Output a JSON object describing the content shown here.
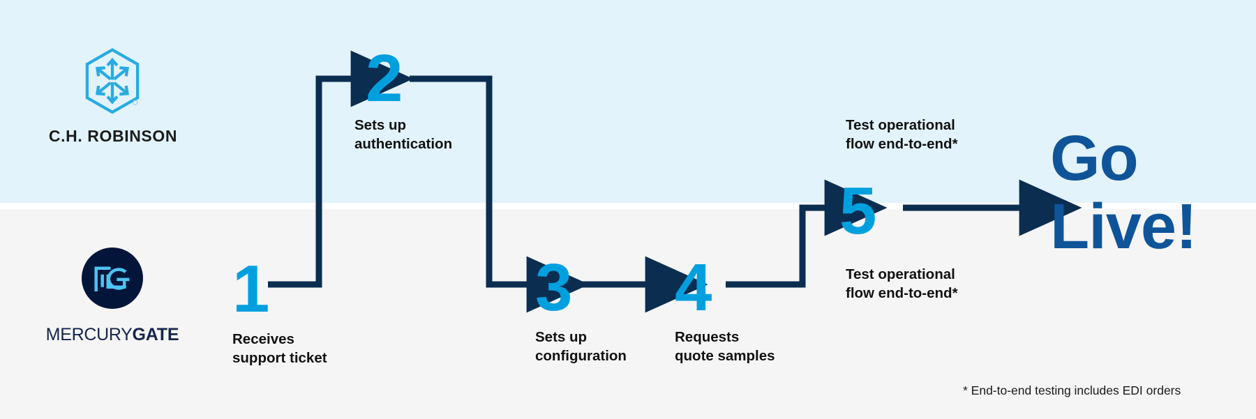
{
  "diagram": {
    "title_text": "Go Live!",
    "footnote": "* End-to-end testing includes EDI orders",
    "colors": {
      "band_top": "#e3f3fb",
      "band_bottom": "#f5f5f5",
      "accent_blue": "#00a0df",
      "navy": "#0b2d50",
      "golive_blue": "#0f5499",
      "mercurygate_navy": "#04153a"
    }
  },
  "lanes": {
    "top": {
      "logo_name": "ch-robinson-logo",
      "wordmark": "C.H. ROBINSON"
    },
    "bottom": {
      "logo_name": "mercurygate-logo",
      "wordmark_light": "MERCURY",
      "wordmark_bold": "GATE"
    }
  },
  "steps": [
    {
      "number": "1",
      "caption": "Receives\nsupport ticket",
      "lane": "bottom"
    },
    {
      "number": "2",
      "caption": "Sets up\nauthentication",
      "lane": "top"
    },
    {
      "number": "3",
      "caption": "Sets up\nconfiguration",
      "lane": "bottom"
    },
    {
      "number": "4",
      "caption": "Requests\nquote samples",
      "lane": "bottom"
    },
    {
      "number": "5",
      "caption_top": "Test operational\nflow end-to-end*",
      "caption_bottom": "Test operational\nflow end-to-end*",
      "lane": "both"
    }
  ]
}
